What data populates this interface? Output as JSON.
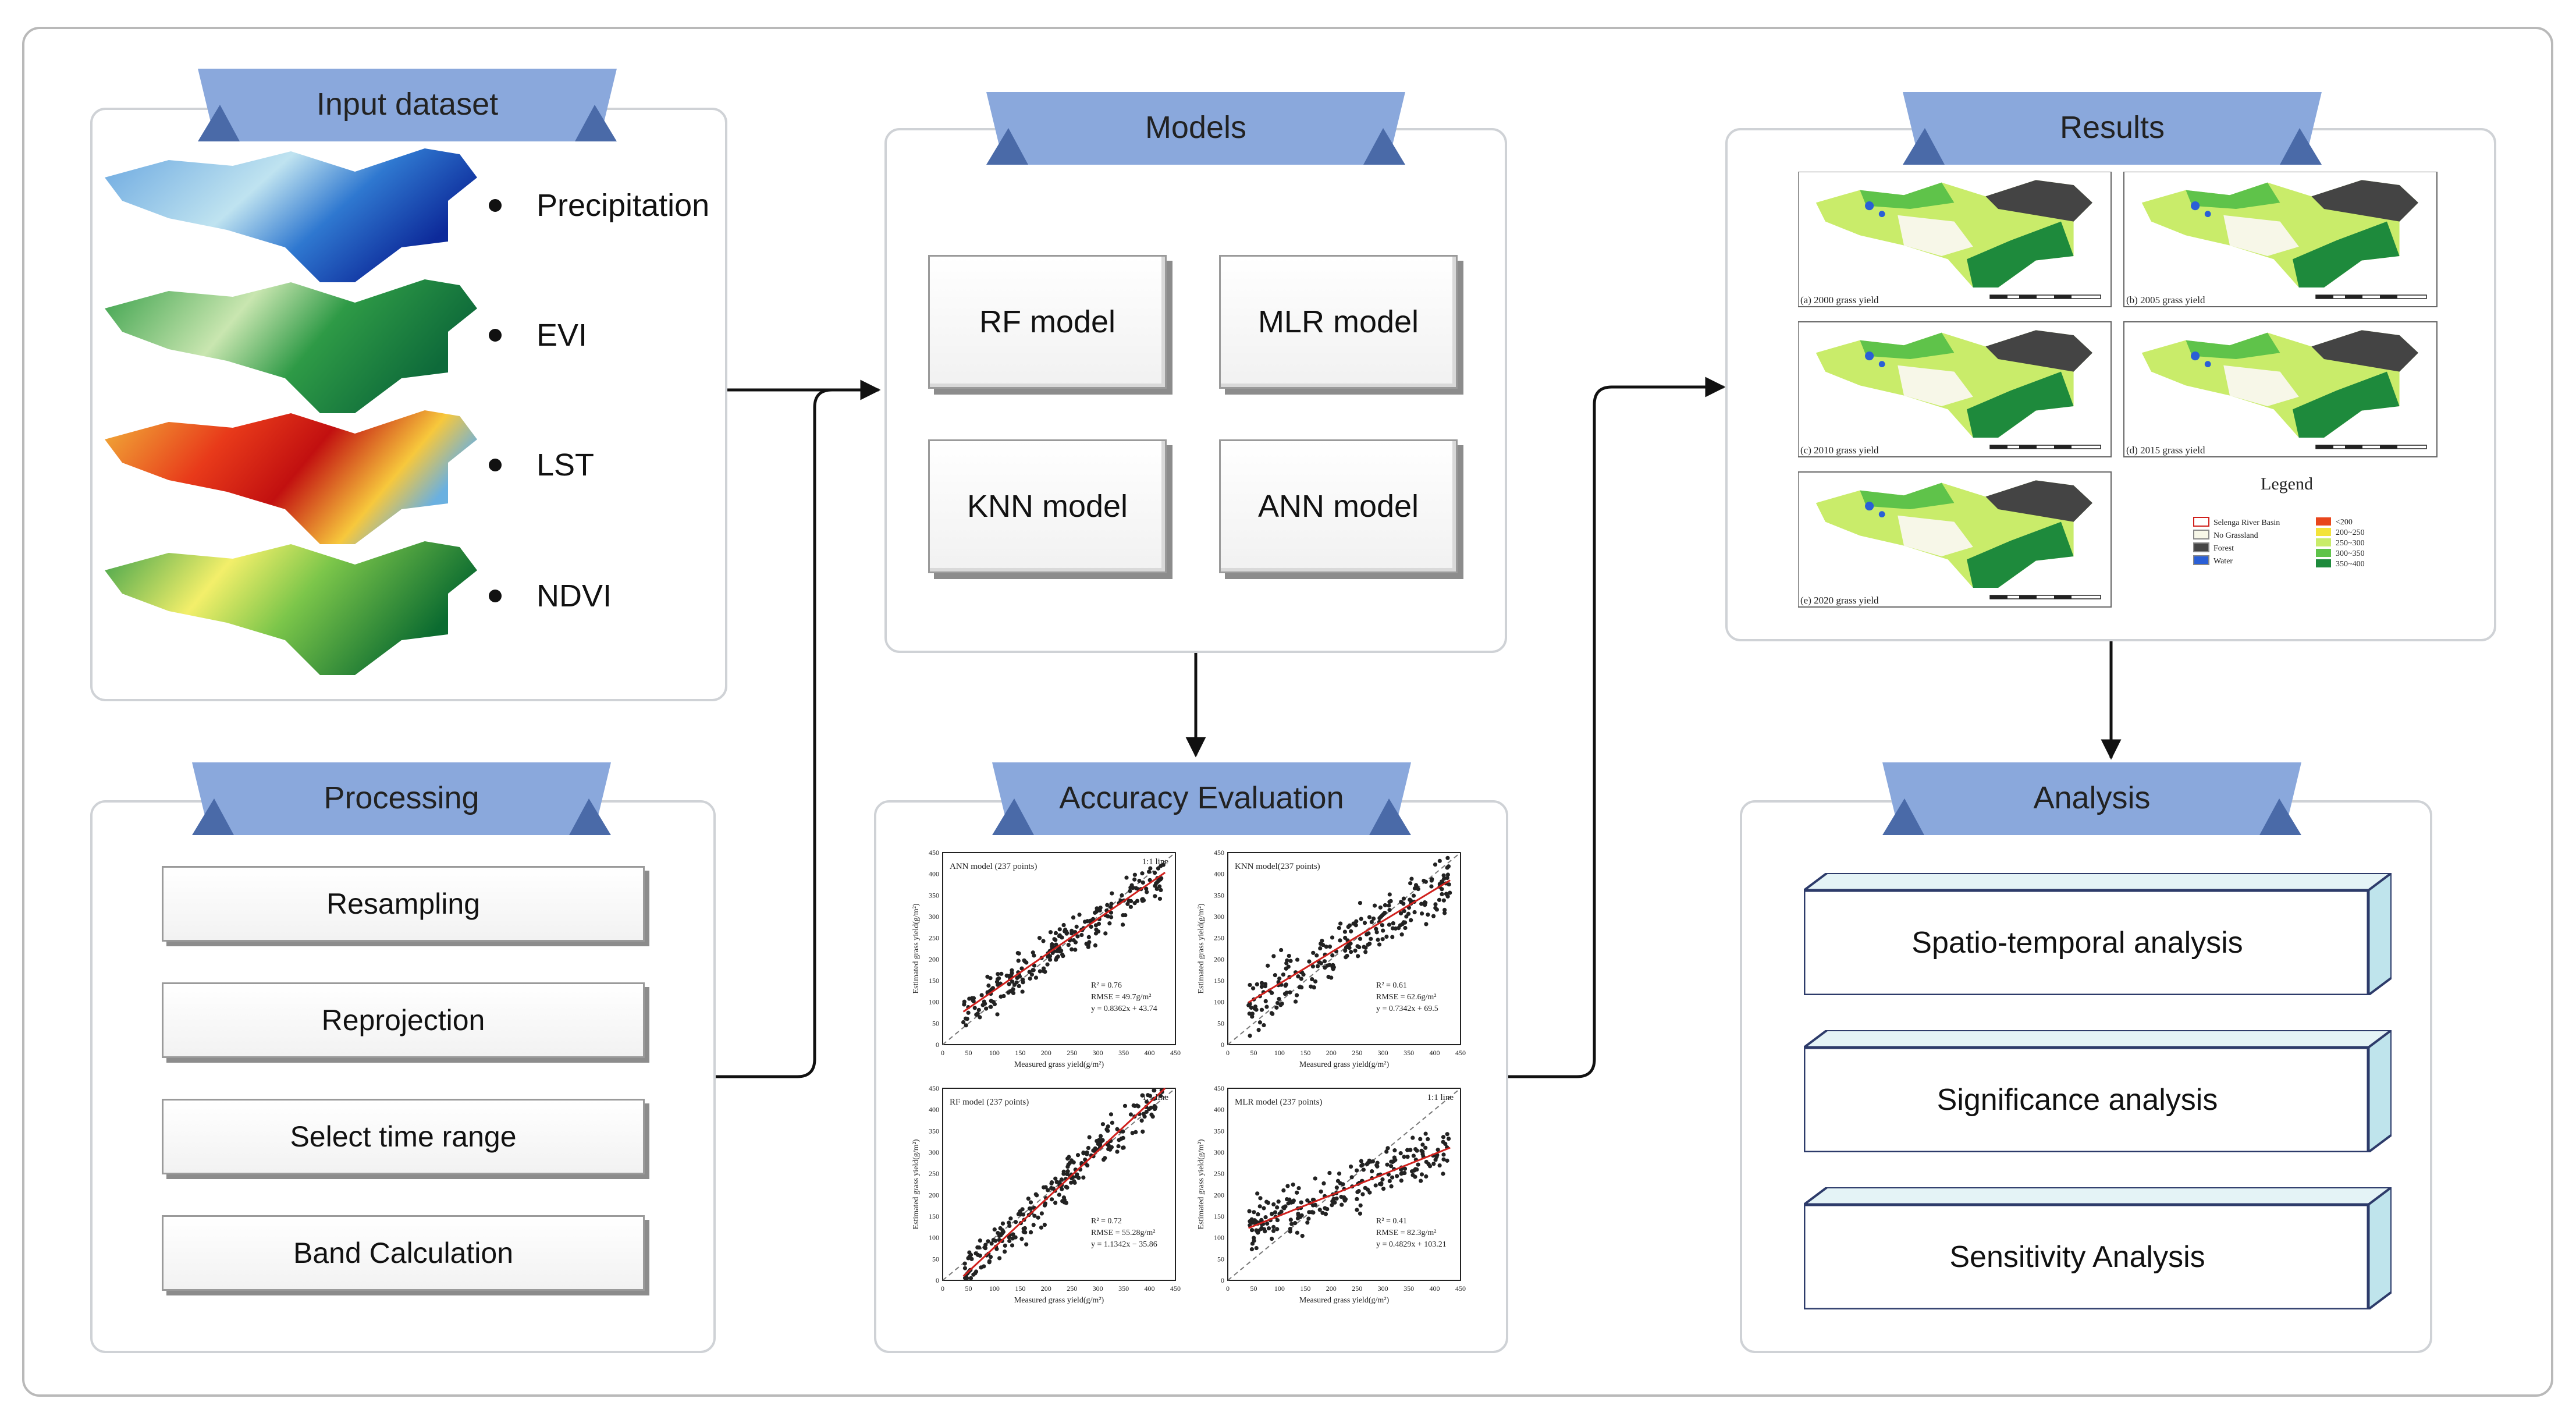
{
  "input": {
    "title": "Input dataset",
    "items": [
      "Precipitation",
      "EVI",
      "LST",
      "NDVI"
    ]
  },
  "processing": {
    "title": "Processing",
    "steps": [
      "Resampling",
      "Reprojection",
      "Select time range",
      "Band Calculation"
    ]
  },
  "models": {
    "title": "Models",
    "items": [
      "RF model",
      "MLR model",
      "KNN model",
      "ANN model"
    ]
  },
  "accuracy": {
    "title": "Accuracy Evaluation",
    "plots": [
      {
        "name": "ANN model (237 points)",
        "stats": [
          "R² = 0.76",
          "RMSE = 49.7g/m²",
          "y = 0.8362x + 43.74"
        ],
        "slope": 0.8362,
        "intercept": 43.74,
        "spread": 45,
        "line_label": "1:1 line"
      },
      {
        "name": "KNN model(237 points)",
        "stats": [
          "R² = 0.61",
          "RMSE = 62.6g/m²",
          "y = 0.7342x + 69.5"
        ],
        "slope": 0.7342,
        "intercept": 69.5,
        "spread": 65,
        "line_label": ""
      },
      {
        "name": "RF model (237 points)",
        "stats": [
          "R² = 0.72",
          "RMSE = 55.28g/m²",
          "y = 1.1342x − 35.86"
        ],
        "slope": 1.1342,
        "intercept": -35.86,
        "spread": 50,
        "line_label": "1:1 line"
      },
      {
        "name": "MLR model (237 points)",
        "stats": [
          "R² = 0.41",
          "RMSE = 82.3g/m²",
          "y = 0.4829x + 103.21"
        ],
        "slope": 0.4829,
        "intercept": 103.21,
        "spread": 55,
        "line_label": "1:1 line"
      }
    ],
    "xlabel": "Measured grass yield(g/m²)",
    "ylabel": "Estimated grass yield(g/m²)",
    "ticks": [
      "0",
      "50",
      "100",
      "150",
      "200",
      "250",
      "300",
      "350",
      "400",
      "450"
    ]
  },
  "results": {
    "title": "Results",
    "maps": [
      "(a) 2000 grass yield",
      "(b) 2005 grass yield",
      "(c) 2010 grass yield",
      "(d) 2015 grass yield",
      "(e) 2020 grass yield"
    ],
    "legend_title": "Legend",
    "legend_left": [
      "Selenga River Basin",
      "No Grassland",
      "Forest",
      "Water"
    ],
    "legend_right": [
      "<200",
      "200~250",
      "250~300",
      "300~350",
      "350~400"
    ],
    "colors": {
      "ramp": [
        "#e8461c",
        "#f3e33a",
        "#c9ec6a",
        "#5fc34a",
        "#1e8a3c"
      ],
      "forest": "#444444",
      "water": "#2a5fd6"
    }
  },
  "analysis": {
    "title": "Analysis",
    "items": [
      "Spatio-temporal analysis",
      "Significance analysis",
      "Sensitivity Analysis"
    ]
  },
  "colors": {
    "banner": "#8aa8dc",
    "banner_dark": "#4a6aa8"
  }
}
